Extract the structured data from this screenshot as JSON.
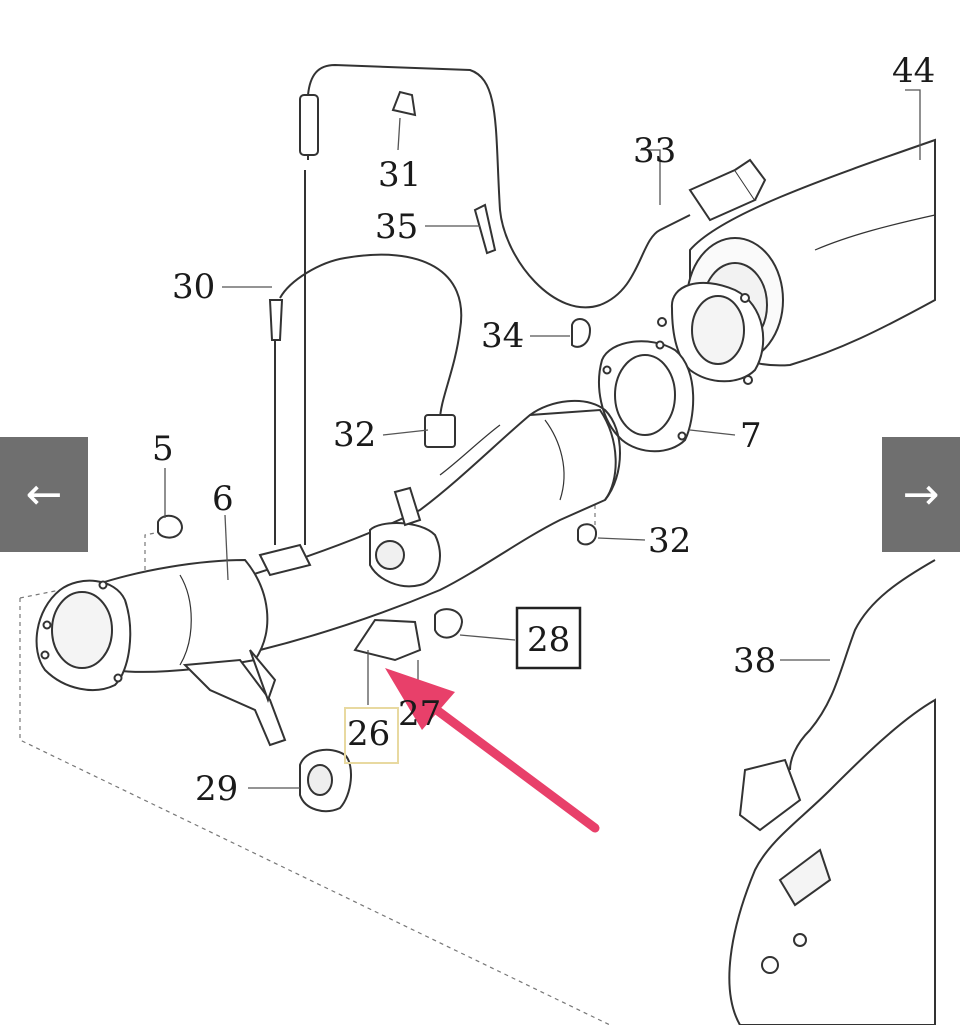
{
  "navigation": {
    "prev_arrow": "←",
    "next_arrow": "→"
  },
  "callouts": {
    "c44": "44",
    "c33": "33",
    "c31": "31",
    "c35": "35",
    "c30": "30",
    "c34": "34",
    "c32a": "32",
    "c7": "7",
    "c5": "5",
    "c6": "6",
    "c32b": "32",
    "c28": "28",
    "c26": "26",
    "c27": "27",
    "c38": "38",
    "c29": "29"
  },
  "colors": {
    "line": "#3a3a3a",
    "arrow": "#e8406a",
    "highlight_box": "#e8d9a0",
    "nav_bg": "#6f6f6f"
  }
}
